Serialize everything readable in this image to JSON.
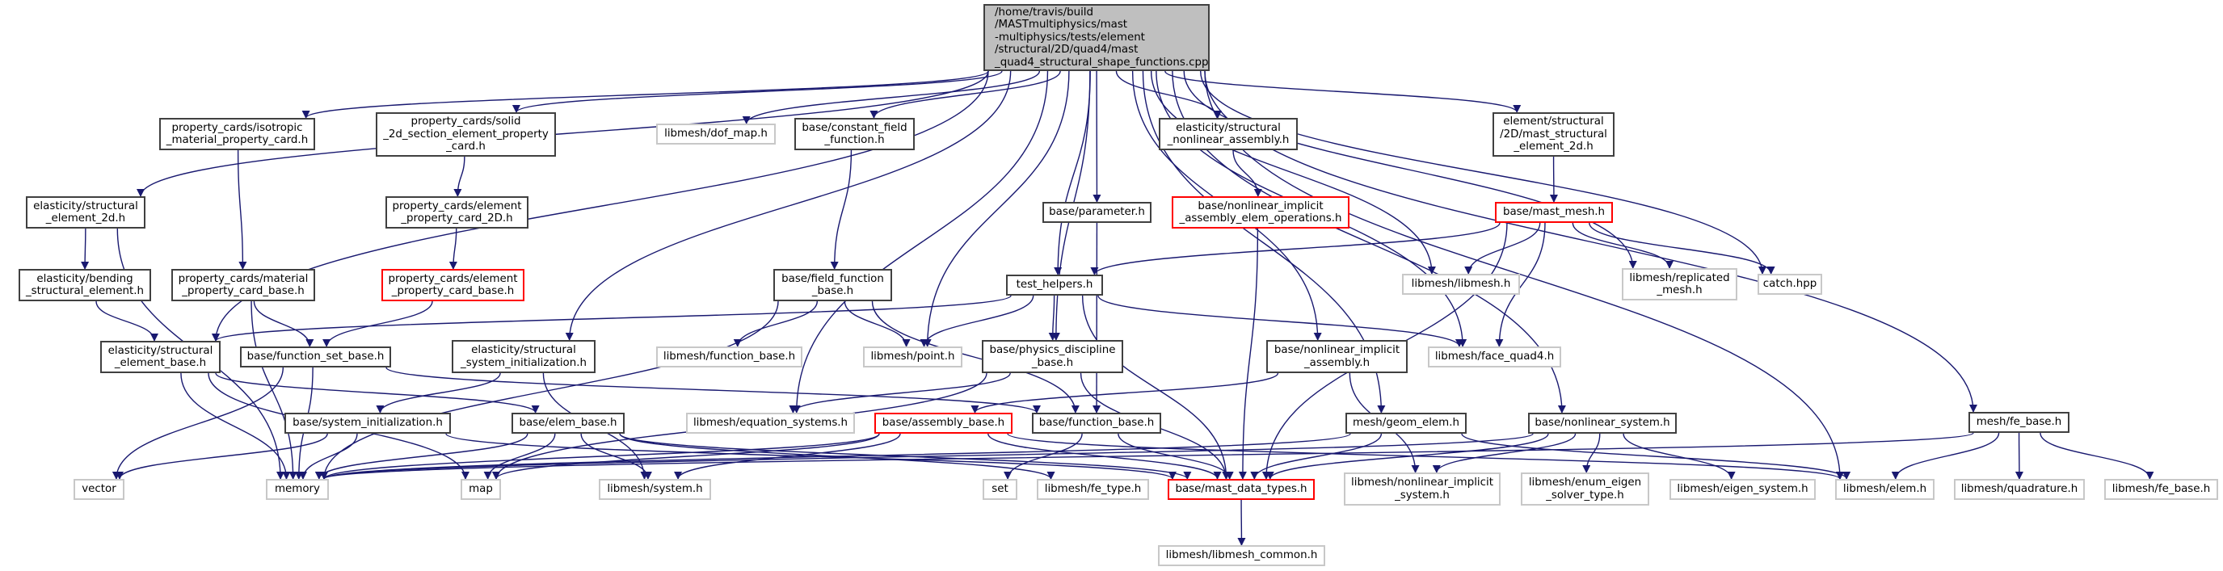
{
  "title": "/home/travis/build/MASTmultiphysics/mast-multiphysics/tests/element/structural/2D/quad4/mast_quad4_structural_shape_functions.cpp",
  "colors": {
    "edge": "#191970",
    "root_fill": "#bfbfbf",
    "node_border": "#404040",
    "incomplete_border": "#ff0000",
    "external_border": "#c8c8c8"
  },
  "nodes": {
    "root": {
      "label": "/home/travis/build\n/MASTmultiphysics/mast\n-multiphysics/tests/element\n/structural/2D/quad4/mast\n_quad4_structural_shape_functions.cpp",
      "kind": "root"
    },
    "el2d": {
      "label": "elasticity/structural\n_element_2d.h",
      "kind": "normal"
    },
    "iso": {
      "label": "property_cards/isotropic\n_material_property_card.h",
      "kind": "normal"
    },
    "solid": {
      "label": "property_cards/solid\n_2d_section_element_property\n_card.h",
      "kind": "normal"
    },
    "dofmap": {
      "label": "libmesh/dof_map.h",
      "kind": "ext"
    },
    "constfield": {
      "label": "base/constant_field\n_function.h",
      "kind": "normal"
    },
    "param": {
      "label": "base/parameter.h",
      "kind": "normal"
    },
    "nlasm": {
      "label": "elasticity/structural\n_nonlinear_assembly.h",
      "kind": "normal"
    },
    "ms2d": {
      "label": "element/structural\n/2D/mast_structural\n_element_2d.h",
      "kind": "normal"
    },
    "epc2d": {
      "label": "property_cards/element\n_property_card_2D.h",
      "kind": "normal"
    },
    "nliaeo": {
      "label": "base/nonlinear_implicit\n_assembly_elem_operations.h",
      "kind": "red"
    },
    "mastmesh": {
      "label": "base/mast_mesh.h",
      "kind": "red"
    },
    "bending": {
      "label": "elasticity/bending\n_structural_element.h",
      "kind": "normal"
    },
    "mpcb": {
      "label": "property_cards/material\n_property_card_base.h",
      "kind": "normal"
    },
    "epcb": {
      "label": "property_cards/element\n_property_card_base.h",
      "kind": "red"
    },
    "ffb": {
      "label": "base/field_function\n_base.h",
      "kind": "normal"
    },
    "testh": {
      "label": "test_helpers.h",
      "kind": "normal"
    },
    "libmesh": {
      "label": "libmesh/libmesh.h",
      "kind": "ext"
    },
    "repmesh": {
      "label": "libmesh/replicated\n_mesh.h",
      "kind": "ext"
    },
    "catch": {
      "label": "catch.hpp",
      "kind": "ext"
    },
    "seb": {
      "label": "elasticity/structural\n_element_base.h",
      "kind": "normal"
    },
    "fsb": {
      "label": "base/function_set_base.h",
      "kind": "normal"
    },
    "ssi": {
      "label": "elasticity/structural\n_system_initialization.h",
      "kind": "normal"
    },
    "lfb": {
      "label": "libmesh/function_base.h",
      "kind": "ext"
    },
    "point": {
      "label": "libmesh/point.h",
      "kind": "ext"
    },
    "pdb": {
      "label": "base/physics_discipline\n_base.h",
      "kind": "normal"
    },
    "nlia": {
      "label": "base/nonlinear_implicit\n_assembly.h",
      "kind": "normal"
    },
    "quad4": {
      "label": "libmesh/face_quad4.h",
      "kind": "ext"
    },
    "sysinit": {
      "label": "base/system_initialization.h",
      "kind": "normal"
    },
    "elembase": {
      "label": "base/elem_base.h",
      "kind": "normal"
    },
    "eqsys": {
      "label": "libmesh/equation_systems.h",
      "kind": "ext"
    },
    "asmb": {
      "label": "base/assembly_base.h",
      "kind": "red"
    },
    "funcb": {
      "label": "base/function_base.h",
      "kind": "normal"
    },
    "geom": {
      "label": "mesh/geom_elem.h",
      "kind": "normal"
    },
    "nlsys": {
      "label": "base/nonlinear_system.h",
      "kind": "normal"
    },
    "febase": {
      "label": "mesh/fe_base.h",
      "kind": "normal"
    },
    "vector": {
      "label": "vector",
      "kind": "ext"
    },
    "memory": {
      "label": "memory",
      "kind": "ext"
    },
    "map": {
      "label": "map",
      "kind": "ext"
    },
    "lsystem": {
      "label": "libmesh/system.h",
      "kind": "ext"
    },
    "set": {
      "label": "set",
      "kind": "ext"
    },
    "fetype": {
      "label": "libmesh/fe_type.h",
      "kind": "ext"
    },
    "mdt": {
      "label": "base/mast_data_types.h",
      "kind": "red"
    },
    "lnis": {
      "label": "libmesh/nonlinear_implicit\n_system.h",
      "kind": "ext"
    },
    "eigent": {
      "label": "libmesh/enum_eigen\n_solver_type.h",
      "kind": "ext"
    },
    "eigsys": {
      "label": "libmesh/eigen_system.h",
      "kind": "ext"
    },
    "lelem": {
      "label": "libmesh/elem.h",
      "kind": "ext"
    },
    "quadr": {
      "label": "libmesh/quadrature.h",
      "kind": "ext"
    },
    "lfebase": {
      "label": "libmesh/fe_base.h",
      "kind": "ext"
    },
    "common": {
      "label": "libmesh/libmesh_common.h",
      "kind": "ext"
    }
  },
  "edges": [
    [
      "root",
      "el2d"
    ],
    [
      "root",
      "iso"
    ],
    [
      "root",
      "solid"
    ],
    [
      "root",
      "seb"
    ],
    [
      "root",
      "ssi"
    ],
    [
      "root",
      "dofmap"
    ],
    [
      "root",
      "constfield"
    ],
    [
      "root",
      "point"
    ],
    [
      "root",
      "eqsys"
    ],
    [
      "root",
      "pdb"
    ],
    [
      "root",
      "testh"
    ],
    [
      "root",
      "param"
    ],
    [
      "root",
      "nlasm"
    ],
    [
      "root",
      "nlia"
    ],
    [
      "root",
      "ms2d"
    ],
    [
      "root",
      "libmesh"
    ],
    [
      "root",
      "quad4"
    ],
    [
      "root",
      "repmesh"
    ],
    [
      "root",
      "catch"
    ],
    [
      "root",
      "geom"
    ],
    [
      "root",
      "nlsys"
    ],
    [
      "root",
      "lelem"
    ],
    [
      "root",
      "febase"
    ],
    [
      "el2d",
      "bending"
    ],
    [
      "el2d",
      "memory"
    ],
    [
      "bending",
      "seb"
    ],
    [
      "iso",
      "mpcb"
    ],
    [
      "mpcb",
      "fsb"
    ],
    [
      "mpcb",
      "memory"
    ],
    [
      "solid",
      "epc2d"
    ],
    [
      "epc2d",
      "epcb"
    ],
    [
      "epcb",
      "fsb"
    ],
    [
      "seb",
      "memory"
    ],
    [
      "seb",
      "map"
    ],
    [
      "seb",
      "elembase"
    ],
    [
      "fsb",
      "vector"
    ],
    [
      "fsb",
      "memory"
    ],
    [
      "fsb",
      "funcb"
    ],
    [
      "ssi",
      "sysinit"
    ],
    [
      "ssi",
      "lsystem"
    ],
    [
      "sysinit",
      "vector"
    ],
    [
      "sysinit",
      "memory"
    ],
    [
      "sysinit",
      "mdt"
    ],
    [
      "elembase",
      "memory"
    ],
    [
      "elembase",
      "map"
    ],
    [
      "elembase",
      "lsystem"
    ],
    [
      "elembase",
      "fetype"
    ],
    [
      "elembase",
      "mdt"
    ],
    [
      "constfield",
      "ffb"
    ],
    [
      "ffb",
      "lfb"
    ],
    [
      "ffb",
      "point"
    ],
    [
      "ffb",
      "funcb"
    ],
    [
      "ffb",
      "memory"
    ],
    [
      "param",
      "funcb"
    ],
    [
      "testh",
      "seb"
    ],
    [
      "testh",
      "point"
    ],
    [
      "testh",
      "pdb"
    ],
    [
      "testh",
      "quad4"
    ],
    [
      "testh",
      "mdt"
    ],
    [
      "pdb",
      "eqsys"
    ],
    [
      "pdb",
      "map"
    ],
    [
      "pdb",
      "mdt"
    ],
    [
      "asmb",
      "memory"
    ],
    [
      "asmb",
      "map"
    ],
    [
      "asmb",
      "lsystem"
    ],
    [
      "asmb",
      "mdt"
    ],
    [
      "asmb",
      "lelem"
    ],
    [
      "funcb",
      "set"
    ],
    [
      "funcb",
      "mdt"
    ],
    [
      "nlasm",
      "nliaeo"
    ],
    [
      "nliaeo",
      "mdt"
    ],
    [
      "nlia",
      "asmb"
    ],
    [
      "nlia",
      "lnis"
    ],
    [
      "ms2d",
      "mastmesh"
    ],
    [
      "mastmesh",
      "testh"
    ],
    [
      "mastmesh",
      "libmesh"
    ],
    [
      "mastmesh",
      "quad4"
    ],
    [
      "mastmesh",
      "mdt"
    ],
    [
      "mastmesh",
      "repmesh"
    ],
    [
      "mastmesh",
      "catch"
    ],
    [
      "geom",
      "memory"
    ],
    [
      "geom",
      "mdt"
    ],
    [
      "geom",
      "lelem"
    ],
    [
      "nlsys",
      "mdt"
    ],
    [
      "nlsys",
      "lnis"
    ],
    [
      "nlsys",
      "eigent"
    ],
    [
      "nlsys",
      "eigsys"
    ],
    [
      "nlsys",
      "memory"
    ],
    [
      "febase",
      "memory"
    ],
    [
      "febase",
      "lelem"
    ],
    [
      "febase",
      "quadr"
    ],
    [
      "febase",
      "lfebase"
    ],
    [
      "mdt",
      "common"
    ]
  ]
}
